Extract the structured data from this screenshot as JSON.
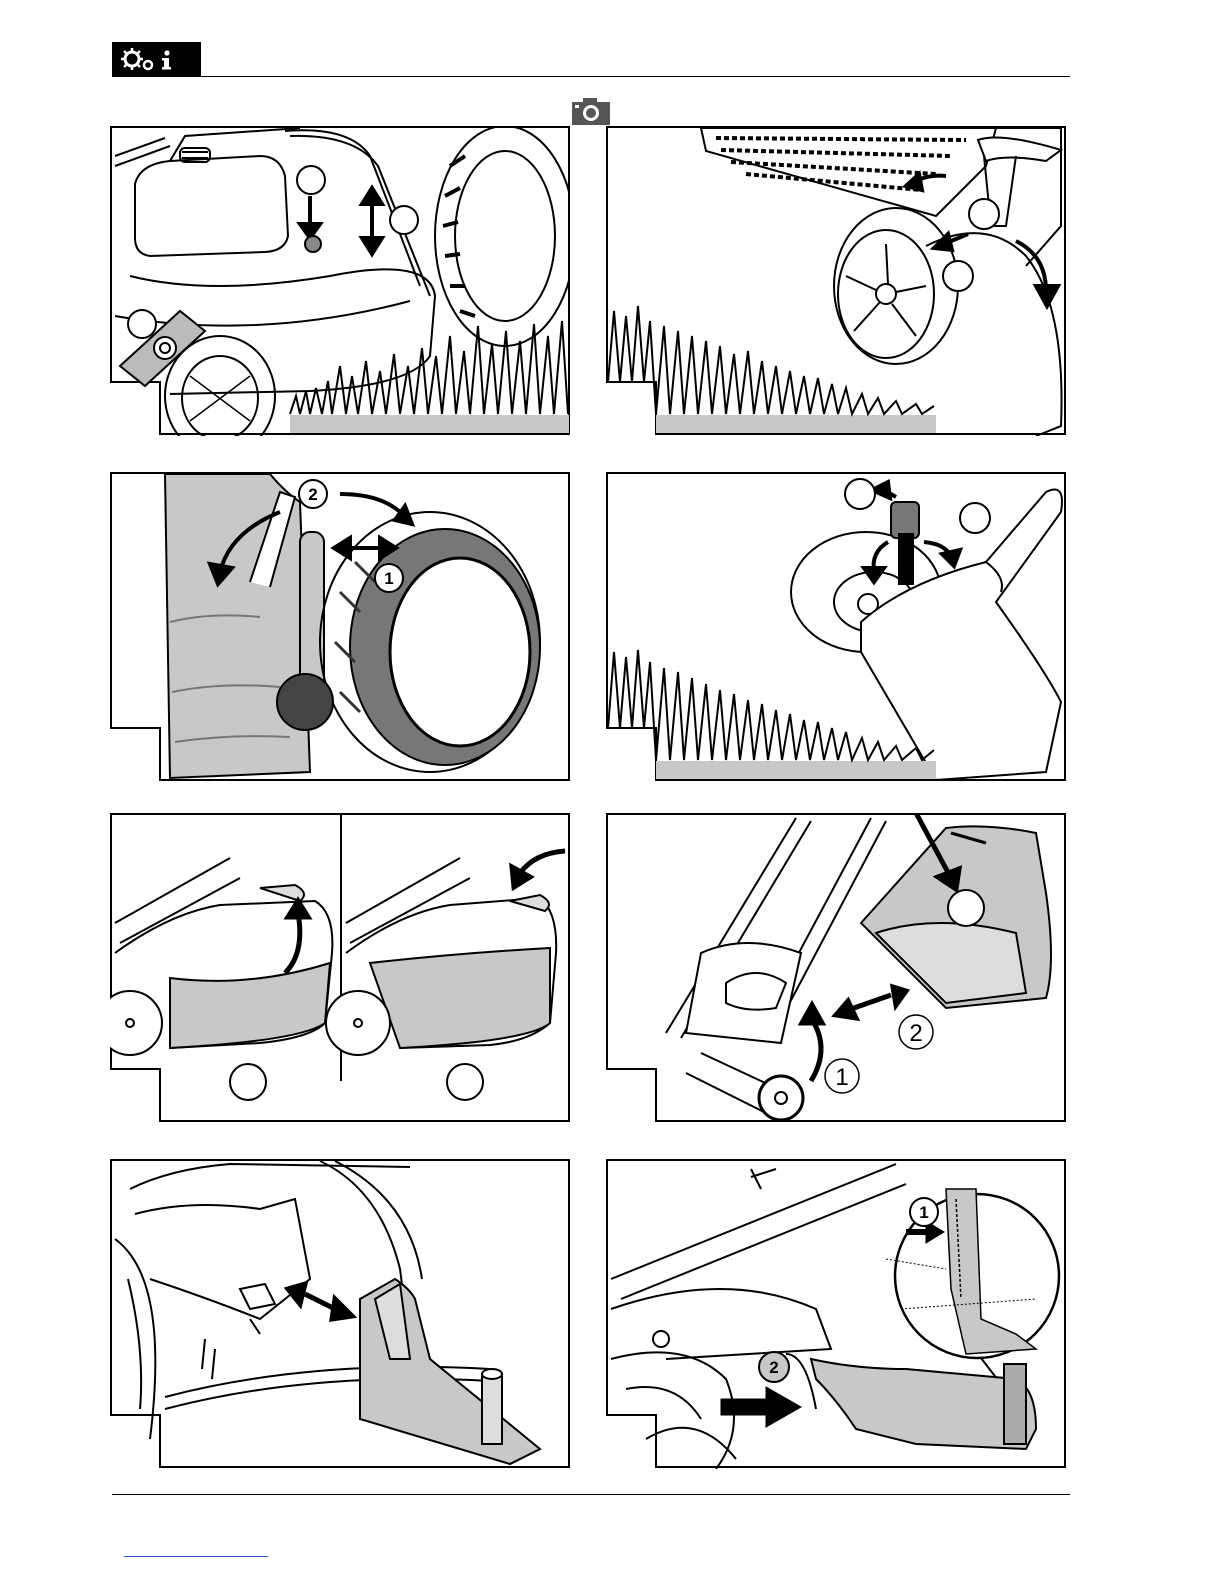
{
  "header": {
    "icons": [
      "gears-icon",
      "info-icon"
    ],
    "camera_icon": "camera-icon"
  },
  "figures": [
    {
      "id": "fig-1",
      "markers": [
        "",
        "",
        ""
      ]
    },
    {
      "id": "fig-2",
      "markers": [
        "",
        ""
      ]
    },
    {
      "id": "fig-3",
      "markers": [
        "2",
        "1"
      ]
    },
    {
      "id": "fig-4",
      "markers": [
        "",
        ""
      ]
    },
    {
      "id": "fig-5",
      "markers": [
        "",
        ""
      ]
    },
    {
      "id": "fig-6",
      "markers": [
        "",
        "2",
        "1"
      ]
    },
    {
      "id": "fig-7",
      "markers": []
    },
    {
      "id": "fig-8",
      "markers": [
        "1",
        "2"
      ]
    }
  ],
  "colors": {
    "ink": "#000000",
    "fill_gray": "#c8c8c8",
    "link_blue": "#3355cc"
  }
}
